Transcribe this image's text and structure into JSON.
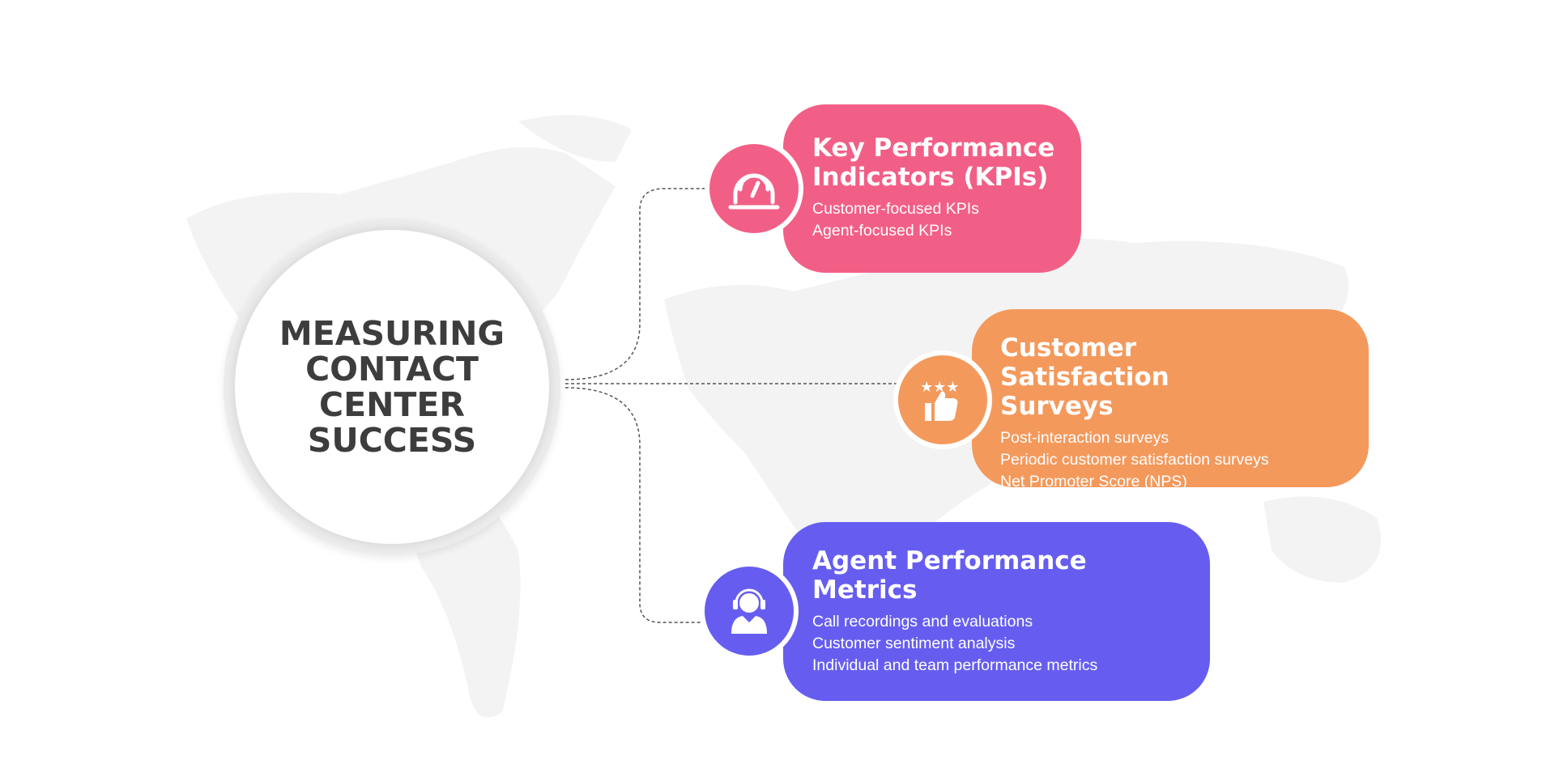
{
  "center": {
    "title": "MEASURING CONTACT CENTER SUCCESS"
  },
  "branches": [
    {
      "title": "Key Performance Indicators (KPIs)",
      "icon": "speedometer-icon",
      "color": "#f25f86",
      "items": [
        "Customer-focused KPIs",
        "Agent-focused KPIs"
      ]
    },
    {
      "title": "Customer Satisfaction Surveys",
      "icon": "stars-thumbs-up-icon",
      "color": "#f4995c",
      "items": [
        "Post-interaction surveys",
        "Periodic customer satisfaction surveys",
        "Net Promoter Score (NPS)"
      ]
    },
    {
      "title": "Agent Performance Metrics",
      "icon": "headset-agent-icon",
      "color": "#665df0",
      "items": [
        "Call recordings and evaluations",
        "Customer sentiment analysis",
        "Individual and team performance metrics"
      ]
    }
  ]
}
